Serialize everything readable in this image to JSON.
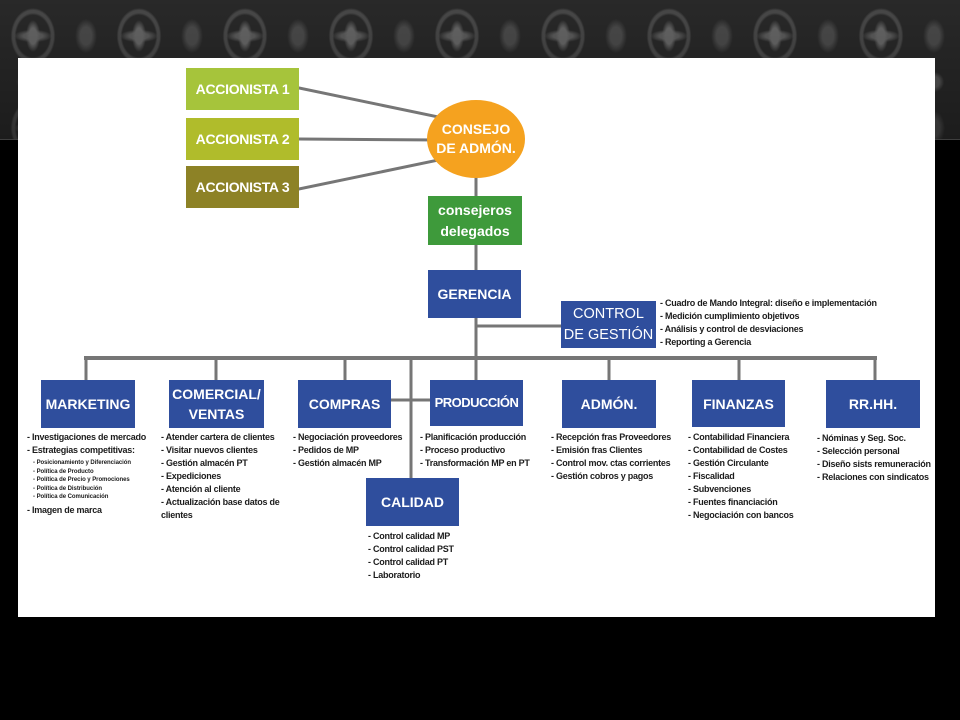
{
  "shareholders": [
    {
      "label": "ACCIONISTA 1",
      "color": "#a6c43b"
    },
    {
      "label": "ACCIONISTA 2",
      "color": "#b0bc2b"
    },
    {
      "label": "ACCIONISTA 3",
      "color": "#8d8226"
    }
  ],
  "board": {
    "label_lines": [
      "CONSEJO",
      "DE ADMÓN."
    ],
    "color": "#f5a21f"
  },
  "delegates": {
    "label_lines": [
      "consejeros",
      "delegados"
    ],
    "color": "#3e9a3b"
  },
  "management": {
    "label": "GERENCIA"
  },
  "management_control": {
    "label_lines": [
      "CONTROL",
      "DE GESTIÓN"
    ],
    "tasks": [
      "- Cuadro de Mando Integral: diseño e implementación",
      "- Medición cumplimiento objetivos",
      "- Análisis y control de desviaciones",
      "- Reporting a Gerencia"
    ]
  },
  "departments": [
    {
      "label": "MARKETING",
      "tasks": [
        {
          "text": "- Investigaciones de mercado"
        },
        {
          "text": "- Estrategias competitivas:",
          "subtasks": [
            "- Posicionamiento y Diferenciación",
            "- Política de Producto",
            "- Política de Precio y Promociones",
            "- Política de Distribución",
            "- Política de Comunicación"
          ]
        },
        {
          "text": "- Imagen de marca"
        }
      ]
    },
    {
      "label_lines": [
        "COMERCIAL/",
        "VENTAS"
      ],
      "tasks": [
        "- Atender cartera de clientes",
        "- Visitar nuevos clientes",
        "- Gestión almacén PT",
        "- Expediciones",
        "- Atención al cliente",
        "- Actualización base datos de\nclientes"
      ]
    },
    {
      "label": "COMPRAS",
      "tasks": [
        "- Negociación proveedores",
        "- Pedidos de MP",
        "- Gestión almacén MP"
      ]
    },
    {
      "label": "PRODUCCIÓN",
      "tasks": [
        "- Planificación producción",
        "- Proceso productivo",
        "- Transformación MP en PT"
      ]
    },
    {
      "label": "ADMÓN.",
      "tasks": [
        "- Recepción fras Proveedores",
        "- Emisión fras Clientes",
        "- Control mov. ctas corrientes",
        "- Gestión cobros y pagos"
      ]
    },
    {
      "label": "FINANZAS",
      "tasks": [
        "- Contabilidad Financiera",
        "- Contabilidad de Costes",
        "- Gestión Circulante",
        "- Fiscalidad",
        "- Subvenciones",
        "- Fuentes financiación",
        "- Negociación con bancos"
      ]
    },
    {
      "label": "RR.HH.",
      "tasks": [
        "- Nóminas y Seg. Soc.",
        "- Selección personal",
        "- Diseño sists remuneración",
        "- Relaciones con sindicatos"
      ]
    }
  ],
  "quality": {
    "label": "CALIDAD",
    "tasks": [
      "- Control calidad MP",
      "- Control calidad PST",
      "- Control calidad PT",
      "- Laboratorio"
    ]
  },
  "colors": {
    "box_blue": "#2f4e9d",
    "connector": "#767676",
    "task_text": "#1c1c1c",
    "panel": "#ffffff",
    "page_background": "#000000",
    "pattern_base": "#2b2b2b"
  }
}
